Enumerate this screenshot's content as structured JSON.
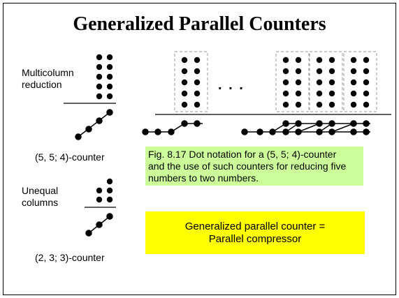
{
  "title": "Generalized Parallel Counters",
  "labels": {
    "multicolumn_line1": "Multicolumn",
    "multicolumn_line2": "reduction",
    "counter_554": "(5, 5; 4)-counter",
    "unequal_line1": "Unequal",
    "unequal_line2": "columns",
    "counter_233": "(2, 3; 3)-counter",
    "ellipsis": ". . ."
  },
  "caption": {
    "line1": "Fig. 8.17   Dot notation for a (5, 5; 4)-counter",
    "line2": "and the use of such counters for reducing five",
    "line3": "numbers to two numbers."
  },
  "highlight": {
    "line1": "Generalized parallel counter =",
    "line2": "Parallel compressor"
  },
  "colors": {
    "caption_bg": "#ccff99",
    "highlight_bg": "#ffff00",
    "dashed_box": "#999999"
  }
}
